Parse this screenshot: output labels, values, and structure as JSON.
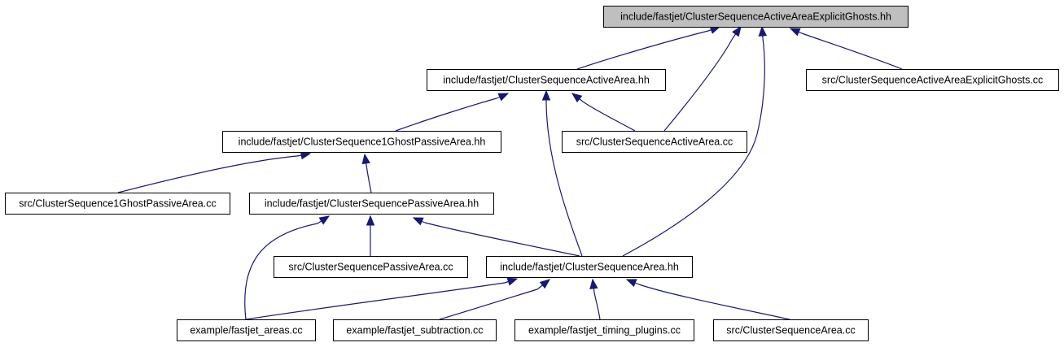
{
  "colors": {
    "edge": "#191970",
    "root_fill": "#bfbfbf",
    "node_fill": "#ffffff",
    "border": "#000000"
  },
  "nodes": [
    {
      "id": "root",
      "label": "include/fastjet/ClusterSequenceActiveAreaExplicitGhosts.hh",
      "highlight": true
    },
    {
      "id": "csaa_hh",
      "label": "include/fastjet/ClusterSequenceActiveArea.hh"
    },
    {
      "id": "csaaeg_cc",
      "label": "src/ClusterSequenceActiveAreaExplicitGhosts.cc"
    },
    {
      "id": "cs1gpa_hh",
      "label": "include/fastjet/ClusterSequence1GhostPassiveArea.hh"
    },
    {
      "id": "csaa_cc",
      "label": "src/ClusterSequenceActiveArea.cc"
    },
    {
      "id": "cs1gpa_cc",
      "label": "src/ClusterSequence1GhostPassiveArea.cc"
    },
    {
      "id": "cspa_hh",
      "label": "include/fastjet/ClusterSequencePassiveArea.hh"
    },
    {
      "id": "cspa_cc",
      "label": "src/ClusterSequencePassiveArea.cc"
    },
    {
      "id": "csa_hh",
      "label": "include/fastjet/ClusterSequenceArea.hh"
    },
    {
      "id": "ex_areas",
      "label": "example/fastjet_areas.cc"
    },
    {
      "id": "ex_sub",
      "label": "example/fastjet_subtraction.cc"
    },
    {
      "id": "ex_timing",
      "label": "example/fastjet_timing_plugins.cc"
    },
    {
      "id": "csa_cc",
      "label": "src/ClusterSequenceArea.cc"
    }
  ],
  "edges": [
    {
      "from": "csaa_hh",
      "to": "root"
    },
    {
      "from": "csaa_cc",
      "to": "root"
    },
    {
      "from": "csa_hh",
      "to": "root"
    },
    {
      "from": "csaaeg_cc",
      "to": "root"
    },
    {
      "from": "cs1gpa_hh",
      "to": "csaa_hh"
    },
    {
      "from": "csa_hh",
      "to": "csaa_hh"
    },
    {
      "from": "csaa_cc",
      "to": "csaa_hh"
    },
    {
      "from": "cs1gpa_cc",
      "to": "cs1gpa_hh"
    },
    {
      "from": "cspa_hh",
      "to": "cs1gpa_hh"
    },
    {
      "from": "ex_areas",
      "to": "cspa_hh"
    },
    {
      "from": "cspa_cc",
      "to": "cspa_hh"
    },
    {
      "from": "csa_hh",
      "to": "cspa_hh"
    },
    {
      "from": "ex_areas",
      "to": "csa_hh"
    },
    {
      "from": "ex_sub",
      "to": "csa_hh"
    },
    {
      "from": "ex_timing",
      "to": "csa_hh"
    },
    {
      "from": "csa_cc",
      "to": "csa_hh"
    }
  ]
}
